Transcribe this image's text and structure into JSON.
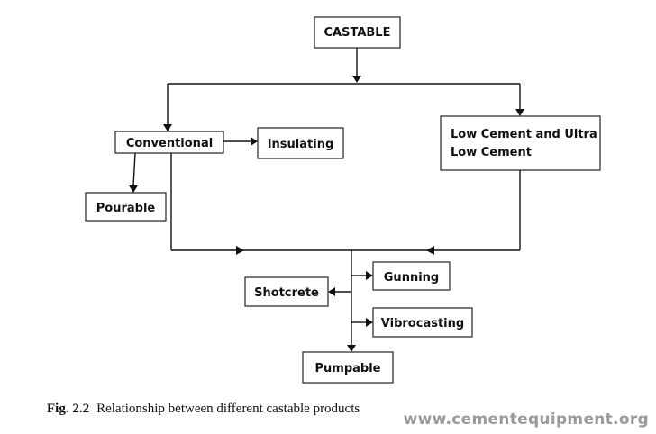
{
  "nodes": {
    "castable": "CASTABLE",
    "conventional": "Conventional",
    "insulating": "Insulating",
    "low_cement": [
      "Low Cement and Ultra",
      "Low Cement"
    ],
    "pourable": "Pourable",
    "gunning": "Gunning",
    "shotcrete": "Shotcrete",
    "vibrocasting": "Vibrocasting",
    "pumpable": "Pumpable"
  },
  "caption": {
    "label": "Fig. 2.2",
    "text": "Relationship between different castable products"
  },
  "watermark": "www.cementequipment.org",
  "colors": {
    "line": "#111111",
    "box_border": "#222222",
    "watermark": "#9a9a9a"
  }
}
